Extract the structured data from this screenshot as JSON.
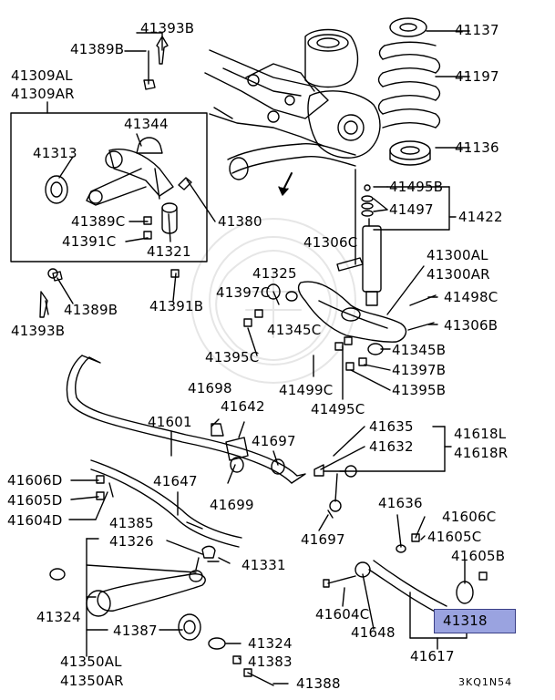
{
  "diagram_code": "3KQ1N54",
  "highlighted_part": "41318",
  "parts": {
    "p41393B_top": "41393B",
    "p41389B_top": "41389B",
    "p41309AL": "41309AL",
    "p41309AR": "41309AR",
    "p41344": "41344",
    "p41313": "41313",
    "p41389C": "41389C",
    "p41391C": "41391C",
    "p41321": "41321",
    "p41380": "41380",
    "p41389B_bottom": "41389B",
    "p41393B_bottom": "41393B",
    "p41391B": "41391B",
    "p41137": "41137",
    "p41197": "41197",
    "p41136": "41136",
    "p41495B": "41495B",
    "p41497": "41497",
    "p41422": "41422",
    "p41306C": "41306C",
    "p41300AL": "41300AL",
    "p41300AR": "41300AR",
    "p41325": "41325",
    "p41397C": "41397C",
    "p41345C": "41345C",
    "p41498C": "41498C",
    "p41306B": "41306B",
    "p41395C": "41395C",
    "p41345B": "41345B",
    "p41397B": "41397B",
    "p41499C": "41499C",
    "p41395B": "41395B",
    "p41495C": "41495C",
    "p41698": "41698",
    "p41642": "41642",
    "p41601": "41601",
    "p41697_top": "41697",
    "p41635": "41635",
    "p41632": "41632",
    "p41618L": "41618L",
    "p41618R": "41618R",
    "p41606D": "41606D",
    "p41605D": "41605D",
    "p41604D": "41604D",
    "p41647": "41647",
    "p41699": "41699",
    "p41385": "41385",
    "p41697_bottom": "41697",
    "p41636": "41636",
    "p41606C": "41606C",
    "p41605C": "41605C",
    "p41605B": "41605B",
    "p41326": "41326",
    "p41331": "41331",
    "p41324_left": "41324",
    "p41604C": "41604C",
    "p41648": "41648",
    "p41318": "41318",
    "p41387": "41387",
    "p41324_bottom": "41324",
    "p41383": "41383",
    "p41617": "41617",
    "p41350AL": "41350AL",
    "p41350AR": "41350AR",
    "p41388": "41388"
  }
}
